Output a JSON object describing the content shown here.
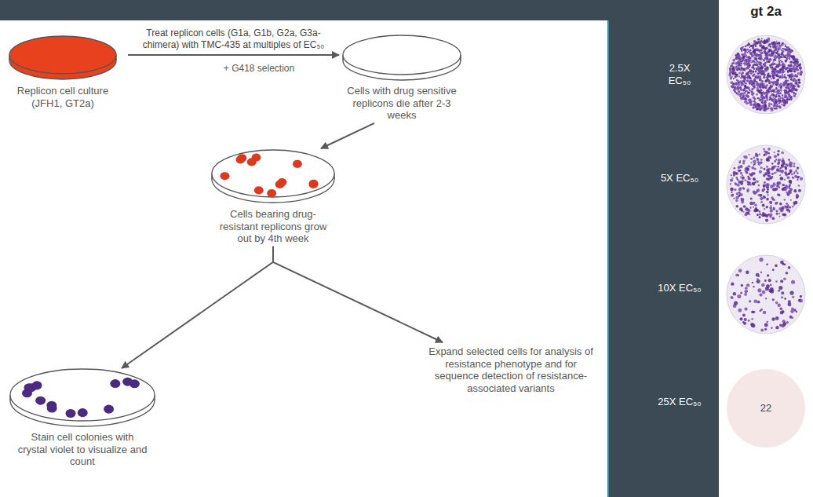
{
  "diagram": {
    "nodes": [
      {
        "text": [
          "Replicon cell culture (JFH1, GT2a)"
        ]
      },
      {
        "text": [
          "Cells with drug sensitive replicons die after 2-3 weeks"
        ]
      },
      {
        "text": [
          "Cells bearing drug-resistant replicons grow out by 4th week"
        ]
      },
      {
        "text": [
          "Stain cell colonies with crystal violet to visualize and count"
        ]
      },
      {
        "text": [
          "Expand selected cells for analysis of resistance phenotype and for sequence detection of resistance-associated variants"
        ]
      },
      {
        "text": [
          "22"
        ]
      }
    ],
    "edges": [
      {
        "from": 0,
        "to": 1,
        "arrow": "to",
        "label": "Treat replicon cells (G1a, G1b, G2a, G3a-chimera) with TMC-435 at multiples of EC₅₀"
      },
      {
        "from": 1,
        "to": 2,
        "arrow": "to"
      },
      {
        "from": 2,
        "to": 3,
        "arrow": "to"
      },
      {
        "from": 2,
        "to": 4,
        "arrow": "to"
      }
    ],
    "labels": [
      "+ G418 selection",
      "gt 2a",
      "2.5X EC₅₀",
      "5X EC₅₀",
      "10X EC₅₀",
      "25X EC₅₀"
    ]
  }
}
